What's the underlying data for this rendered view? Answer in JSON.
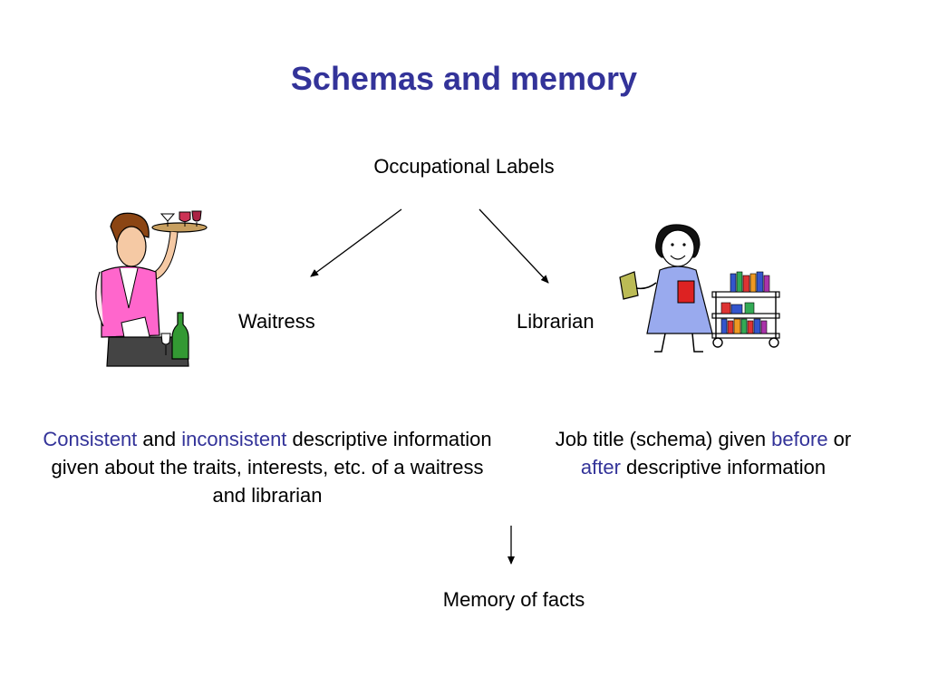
{
  "slide": {
    "title": "Schemas and memory",
    "root_label": "Occupational Labels",
    "branch_left": "Waitress",
    "branch_right": "Librarian",
    "left_desc": {
      "consistent": "Consistent",
      "and": " and ",
      "inconsistent": "inconsistent",
      "rest": " descriptive information given about the traits, interests, etc. of a waitress and librarian"
    },
    "right_desc": {
      "part1": "Job title (schema) given ",
      "before": "before",
      "or": " or ",
      "after": "after",
      "rest": " descriptive information"
    },
    "result_label": "Memory of facts"
  },
  "colors": {
    "title": "#333399",
    "highlight": "#333399"
  },
  "icons": [
    "waitress-clipart-icon",
    "librarian-clipart-icon"
  ]
}
